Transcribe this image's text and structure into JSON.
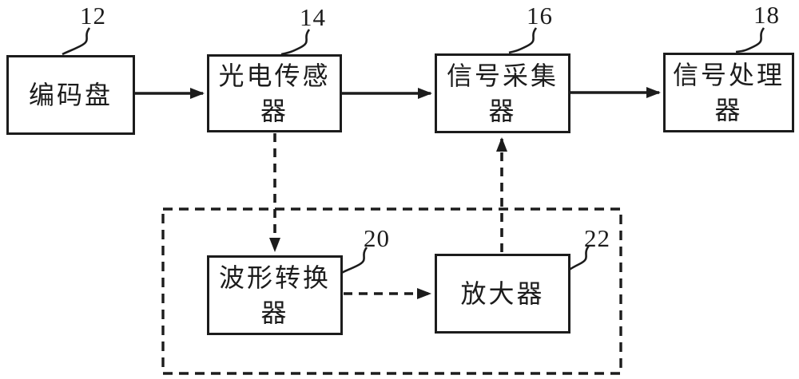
{
  "colors": {
    "ink": "#1c1c1c",
    "background": "#ffffff"
  },
  "boxes": [
    {
      "id": "encoder-disk",
      "ref": "12",
      "label": "编码盘"
    },
    {
      "id": "photoelectric-sensor",
      "ref": "14",
      "label": "光电传感器"
    },
    {
      "id": "signal-collector",
      "ref": "16",
      "label": "信号采集器"
    },
    {
      "id": "signal-processor",
      "ref": "18",
      "label": "信号处理器"
    },
    {
      "id": "waveform-converter",
      "ref": "20",
      "label": "波形转换器"
    },
    {
      "id": "amplifier",
      "ref": "22",
      "label": "放大器"
    }
  ],
  "connections": [
    {
      "from": "12",
      "to": "14",
      "style": "solid-arrow"
    },
    {
      "from": "14",
      "to": "16",
      "style": "solid-arrow"
    },
    {
      "from": "16",
      "to": "18",
      "style": "solid-arrow"
    },
    {
      "from": "14",
      "to": "20",
      "style": "dashed-arrow"
    },
    {
      "from": "20",
      "to": "22",
      "style": "dashed-arrow"
    },
    {
      "from": "22",
      "to": "16",
      "style": "dashed-arrow"
    }
  ],
  "groups": [
    {
      "contains": [
        "20",
        "22"
      ],
      "style": "dashed-outline"
    }
  ]
}
